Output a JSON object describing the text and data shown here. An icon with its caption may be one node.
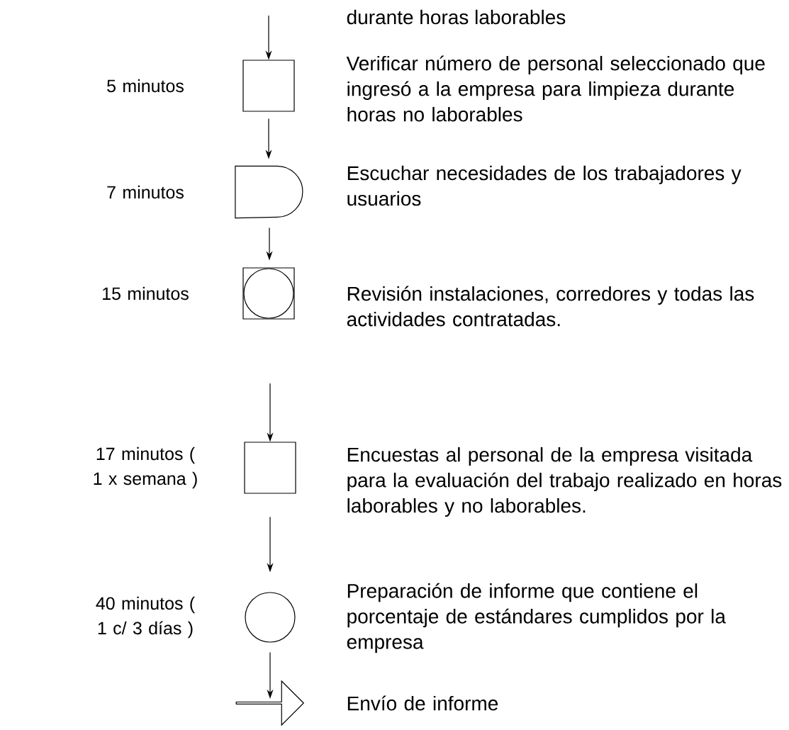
{
  "diagram": {
    "nodes": [
      {
        "text": [],
        "shape": "box",
        "beside": [
          "5 minutos",
          "Verificar número de personal seleccionado que ingresó a la empresa para limpieza durante horas no laborables"
        ]
      },
      {
        "text": [],
        "shape": "delay",
        "beside": [
          "7 minutos",
          "Escuchar necesidades de los trabajadores y usuarios"
        ]
      },
      {
        "text": [],
        "shape": "combined",
        "beside": [
          "15 minutos",
          "Revisión instalaciones, corredores y todas las actividades contratadas."
        ]
      },
      {
        "text": [],
        "shape": "box",
        "beside": [
          "17 minutos ( 1 x semana )",
          "Encuestas al personal de la empresa visitada para la evaluación del trabajo realizado en horas laborables y no laborables."
        ]
      },
      {
        "text": [],
        "shape": "circle",
        "beside": [
          "40 minutos ( 1 c/ 3 días )",
          "Preparación de informe que contiene el porcentaje de estándares cumplidos por la empresa"
        ]
      },
      {
        "text": [],
        "shape": "arrow",
        "beside": [
          "Envío de informe"
        ]
      }
    ],
    "edges": [
      {
        "from": null,
        "to": 0,
        "arrow": "to"
      },
      {
        "from": 0,
        "to": 1,
        "arrow": "to"
      },
      {
        "from": 1,
        "to": 2,
        "arrow": "to"
      },
      {
        "from": null,
        "to": 3,
        "arrow": "to"
      },
      {
        "from": 3,
        "to": 4,
        "arrow": "to"
      },
      {
        "from": 4,
        "to": 5,
        "arrow": "to"
      }
    ],
    "labels": [
      "durante horas laborables"
    ]
  }
}
